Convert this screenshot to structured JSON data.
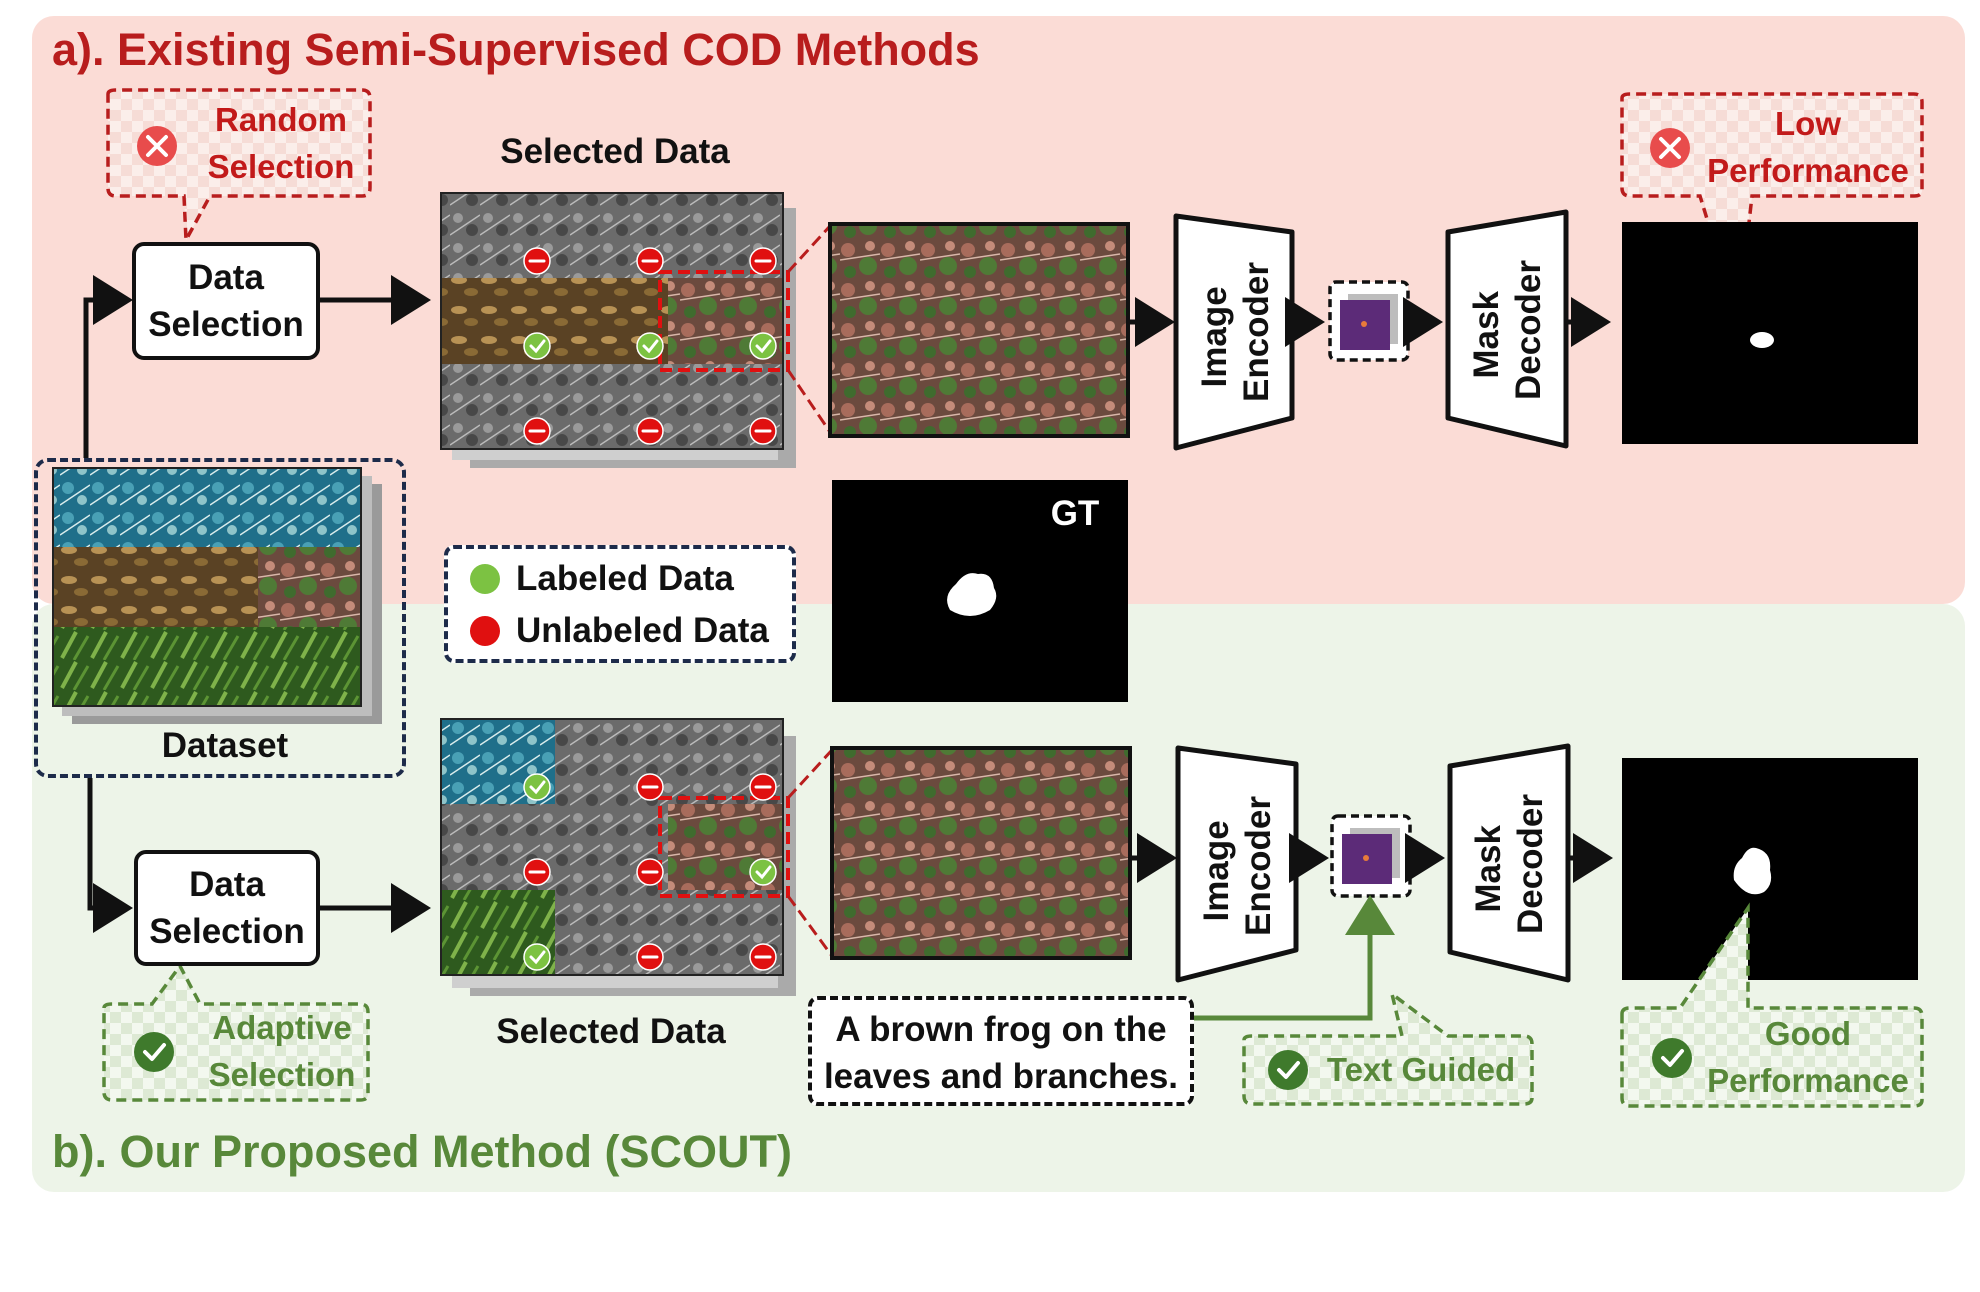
{
  "panel_a": {
    "title": "a). Existing Semi-Supervised COD Methods",
    "data_selection": [
      "Data",
      "Selection"
    ],
    "callout": [
      "Random",
      "Selection"
    ],
    "selected_data_label": "Selected Data",
    "encoder": [
      "Image",
      "Encoder"
    ],
    "decoder": [
      "Mask",
      "Decoder"
    ],
    "result_callout": [
      "Low",
      "Performance"
    ]
  },
  "panel_b": {
    "title": "b). Our Proposed Method (SCOUT)",
    "data_selection": [
      "Data",
      "Selection"
    ],
    "callout": [
      "Adaptive",
      "Selection"
    ],
    "selected_data_label": "Selected Data",
    "encoder": [
      "Image",
      "Encoder"
    ],
    "decoder": [
      "Mask",
      "Decoder"
    ],
    "text_prompt": [
      "A brown frog on the",
      "leaves and branches."
    ],
    "text_callout": "Text Guided",
    "result_callout": [
      "Good",
      "Performance"
    ]
  },
  "dataset_label": "Dataset",
  "gt_label": "GT",
  "legend": {
    "labeled": "Labeled Data",
    "unlabeled": "Unlabeled Data"
  },
  "colors": {
    "panel_a_bg": "#fbdcd6",
    "panel_b_bg": "#edf4e8",
    "red_accent": "#c21a1a",
    "green_accent": "#58883a",
    "labeled_green": "#7cc242",
    "unlabeled_red": "#e01010"
  },
  "grid_status_a": [
    "unlabeled",
    "unlabeled",
    "unlabeled",
    "labeled",
    "labeled",
    "labeled",
    "unlabeled",
    "unlabeled",
    "unlabeled"
  ],
  "grid_status_b": [
    "labeled",
    "unlabeled",
    "unlabeled",
    "unlabeled",
    "unlabeled",
    "labeled",
    "labeled",
    "unlabeled",
    "unlabeled"
  ]
}
